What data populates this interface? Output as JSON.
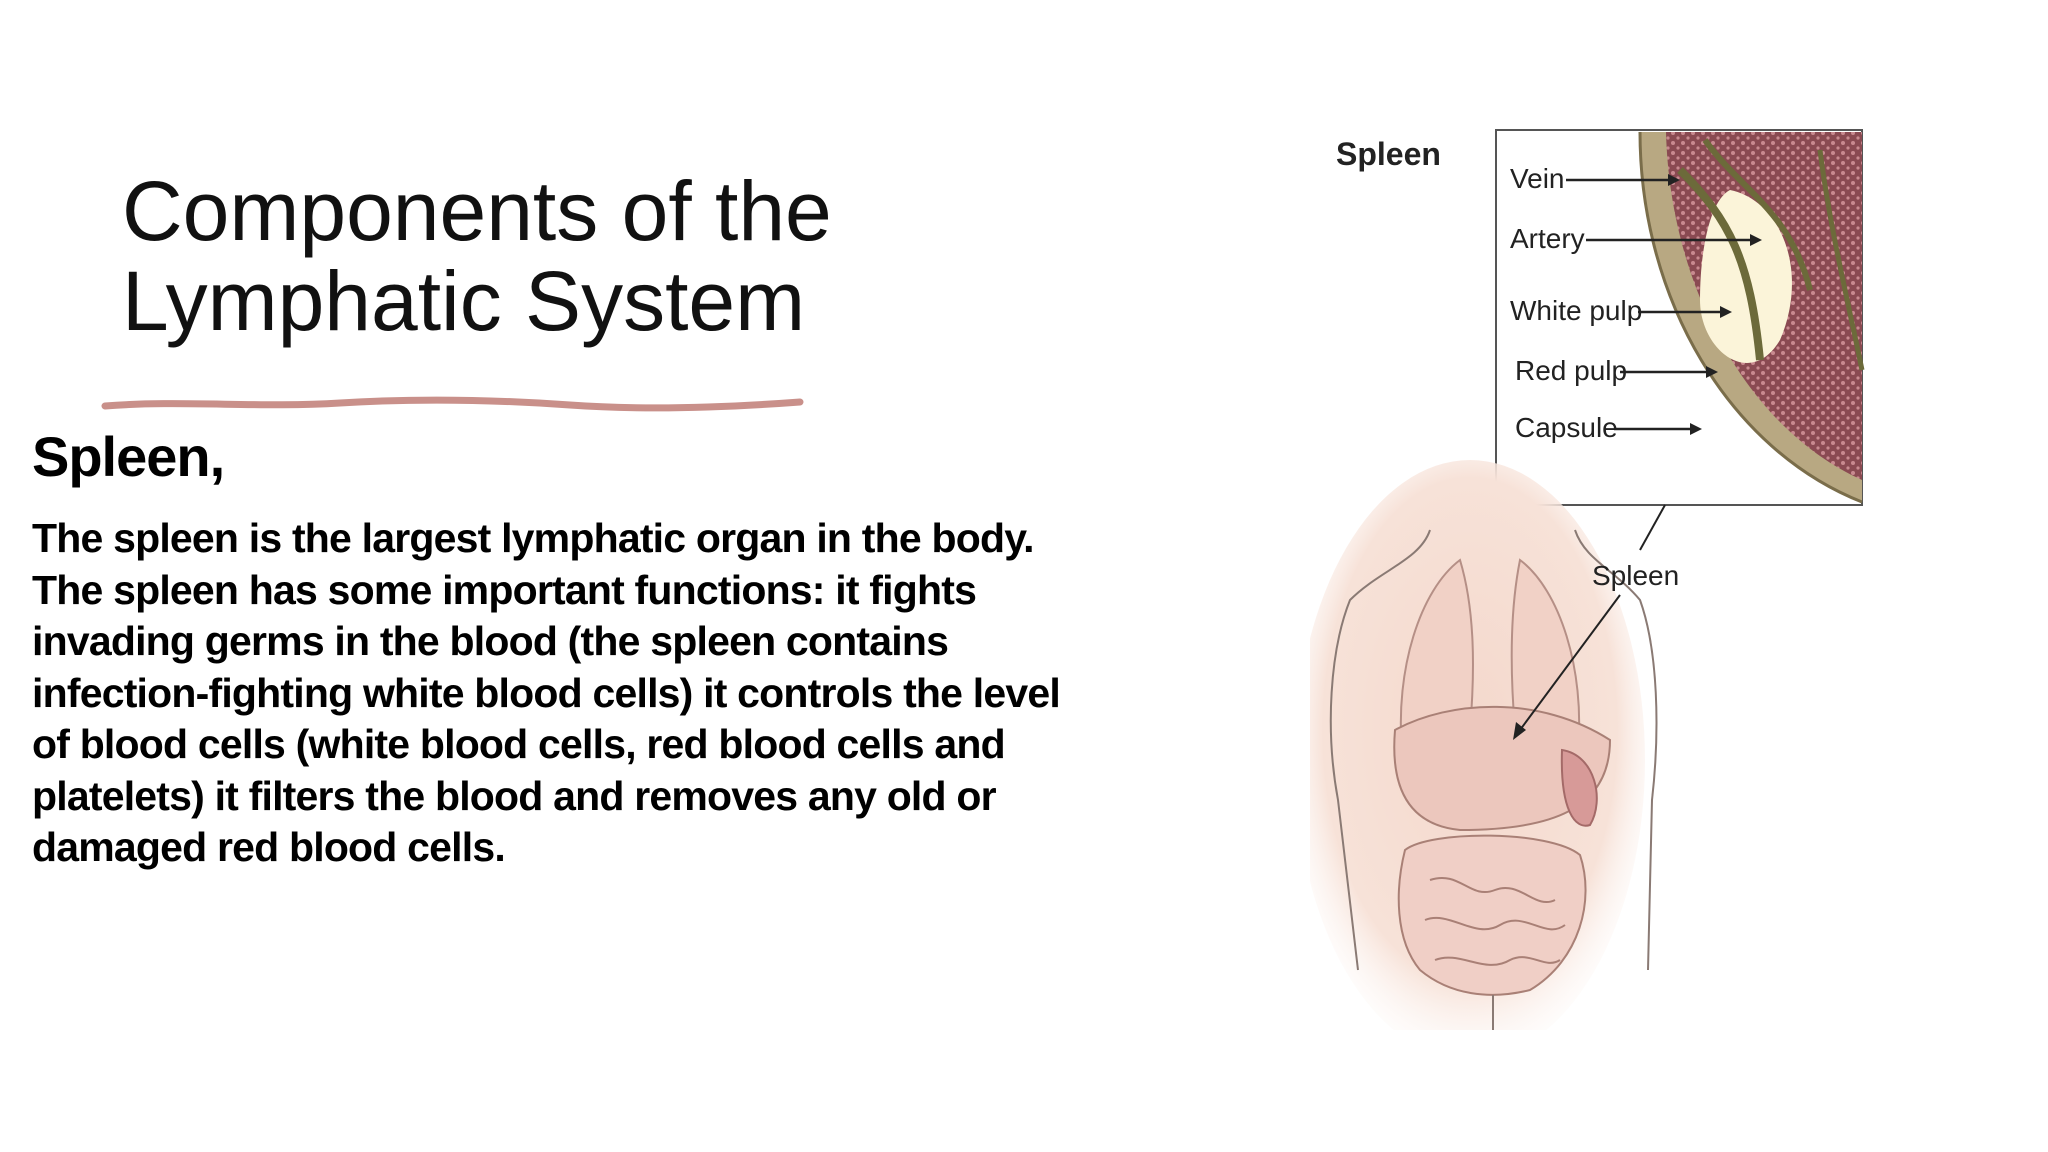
{
  "slide": {
    "title": "Components of the\nLymphatic System",
    "subtitle": "Spleen,",
    "body": "The spleen is the largest lymphatic organ in the body. The spleen has some important functions: it fights invading germs in the blood (the spleen contains infection-fighting white blood cells) it controls the level of blood cells (white blood cells, red blood cells and platelets) it filters the blood and removes any old or damaged red blood cells.",
    "accent_color": "#c9908a"
  },
  "figure": {
    "heading": "Spleen",
    "labels": [
      "Vein",
      "Artery",
      "White pulp",
      "Red pulp",
      "Capsule"
    ],
    "organ_label": "Spleen"
  }
}
